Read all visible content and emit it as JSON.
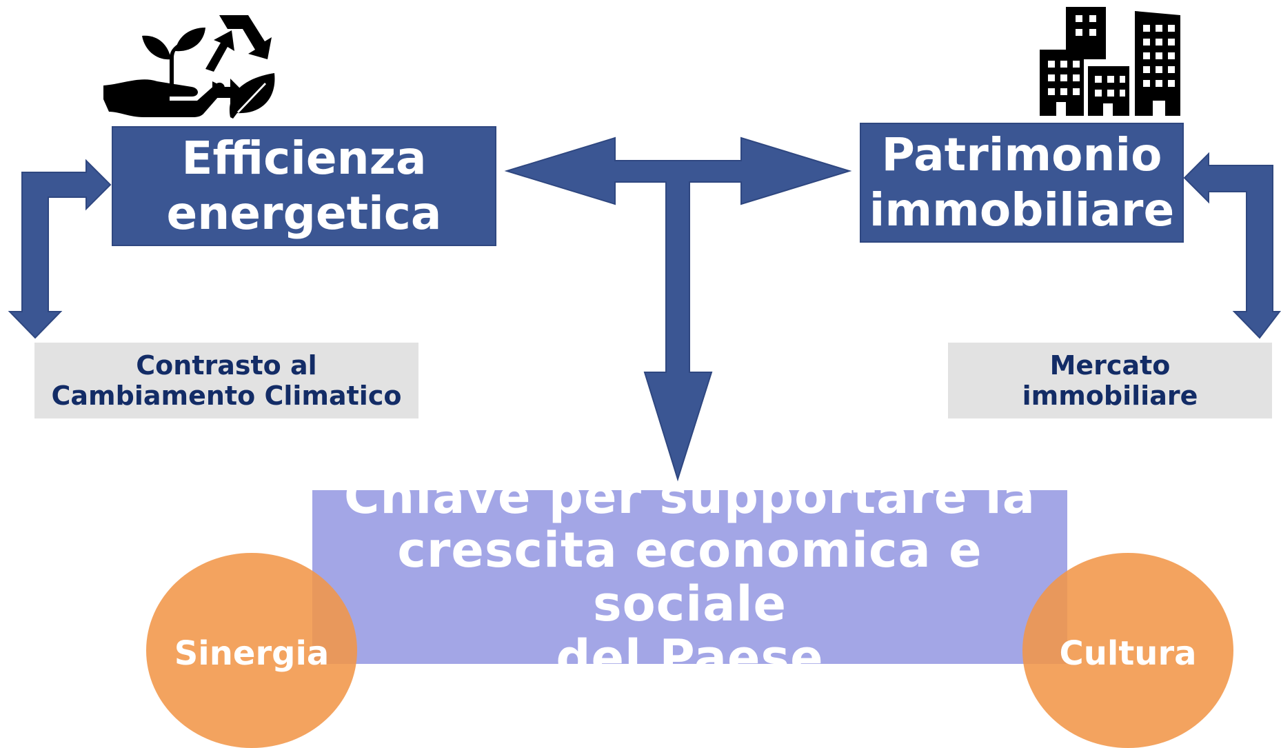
{
  "left_box": {
    "line1": "Efficienza",
    "line2": "energetica"
  },
  "right_box": {
    "line1": "Patrimonio",
    "line2": "immobiliare"
  },
  "left_outcome": {
    "line1": "Contrasto al",
    "line2": "Cambiamento Climatico"
  },
  "right_outcome": {
    "line1": "Mercato",
    "line2": "immobiliare"
  },
  "key_box": {
    "line1": "Chiave per supportare la",
    "line2": "crescita economica e sociale",
    "line3": "del Paese"
  },
  "circles": {
    "left": "Sinergia",
    "right": "Cultura"
  },
  "icons": {
    "left": "eco-sustainability-icon",
    "right": "buildings-icon"
  },
  "colors": {
    "dark_box": "#3b5693",
    "arrow": "#3b5693",
    "gray_box": "#e2e2e2",
    "outcome_text": "#132c66",
    "key_box": "#a3a6e6",
    "circle": "#f19649"
  }
}
